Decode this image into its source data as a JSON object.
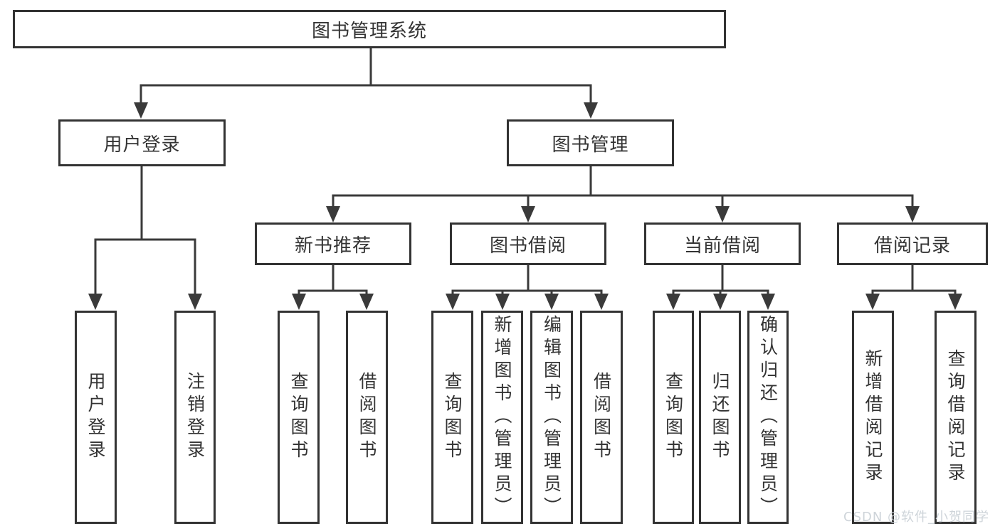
{
  "colors": {
    "line": "#3a3a3a",
    "border": "#333333",
    "text": "#333333",
    "watermark": "#ccd2d8"
  },
  "watermark": {
    "text": "CSDN @软件_小贺同学"
  },
  "tree": {
    "root": "图书管理系统",
    "branches": [
      {
        "label": "用户登录",
        "children": [
          {
            "label": "用户登录"
          },
          {
            "label": "注销登录"
          }
        ]
      },
      {
        "label": "图书管理",
        "sections": [
          {
            "label": "新书推荐",
            "children": [
              {
                "label": "查询图书"
              },
              {
                "label": "借阅图书"
              }
            ]
          },
          {
            "label": "图书借阅",
            "children": [
              {
                "label": "查询图书"
              },
              {
                "label": "新增图书（管理员）"
              },
              {
                "label": "编辑图书（管理员）"
              },
              {
                "label": "借阅图书"
              }
            ]
          },
          {
            "label": "当前借阅",
            "children": [
              {
                "label": "查询图书"
              },
              {
                "label": "归还图书"
              },
              {
                "label": "确认归还（管理员）"
              }
            ]
          },
          {
            "label": "借阅记录",
            "children": [
              {
                "label": "新增借阅记录"
              },
              {
                "label": "查询借阅记录"
              }
            ]
          }
        ]
      }
    ]
  }
}
